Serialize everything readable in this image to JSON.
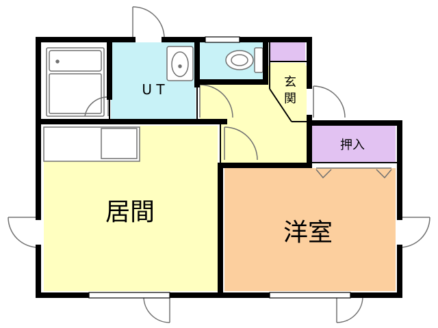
{
  "floor_plan": {
    "rooms": {
      "living": {
        "label": "居間",
        "color": "#FFFFC0"
      },
      "western_room": {
        "label": "洋室",
        "color": "#FCCF9E"
      },
      "unit_bath": {
        "label": "U T",
        "color": "#C8F2F7"
      },
      "toilet": {
        "color": "#C8F2F7"
      },
      "entrance": {
        "label_line1": "玄",
        "label_line2": "関",
        "color": "#FFFFC0"
      },
      "closet": {
        "label": "押入",
        "color": "#E2C2F2"
      },
      "entrance_shelf": {
        "color": "#E2C2F2"
      },
      "hallway": {
        "color": "#FFFFC0"
      },
      "bathroom": {
        "color": "#FFFFFF"
      },
      "kitchen_counter": {
        "color": "#FFFFFF"
      }
    },
    "colors": {
      "wall": "#000000",
      "fixture_line": "#707070",
      "background": "#FFFFFF"
    }
  }
}
